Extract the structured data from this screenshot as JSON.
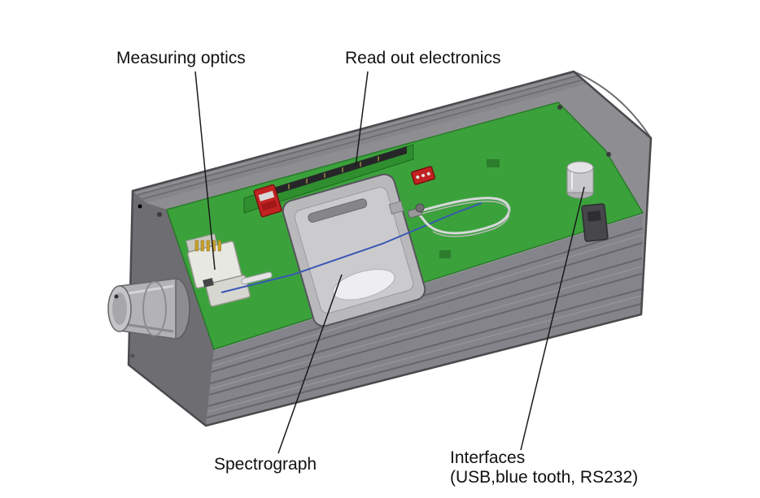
{
  "labels": {
    "measuring_optics": "Measuring optics",
    "read_out_electronics": "Read out electronics",
    "spectrograph": "Spectrograph",
    "interfaces_title": "Interfaces",
    "interfaces_detail": "(USB,blue tooth, RS232)"
  },
  "colors": {
    "background": "#ffffff",
    "pcb_green": "#3ba23b",
    "readout_board_green": "#2f8f2f",
    "enclosure_gray": "#84848a",
    "enclosure_dark_gray": "#6e6e72",
    "connector_red": "#c22222",
    "fiber_white": "#d8d8db",
    "wire_blue": "#3a57b5",
    "leader_line": "#1a1a1a",
    "label_text": "#111111"
  }
}
